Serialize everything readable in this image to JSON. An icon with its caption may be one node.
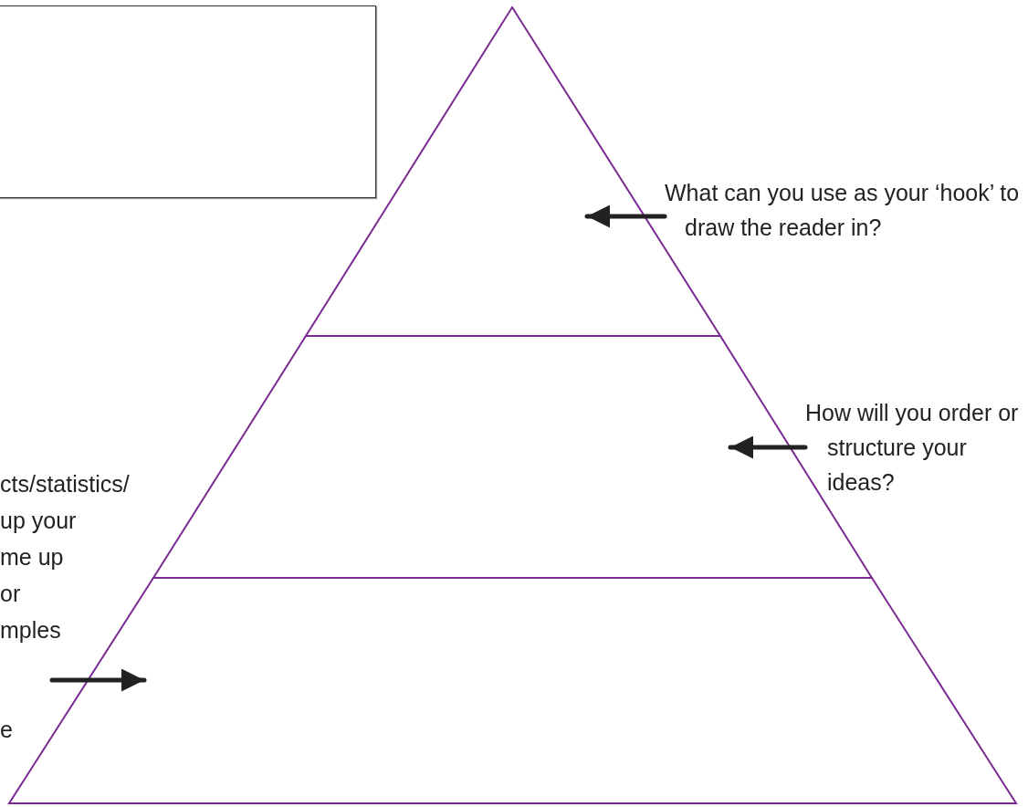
{
  "diagram": {
    "nodes": [
      {
        "text": [],
        "shape": "box"
      },
      {
        "text": [],
        "shape": "triangle"
      },
      {
        "text": [],
        "shape": "trapezoid"
      },
      {
        "text": [],
        "shape": "trapezoid"
      },
      {
        "text": [
          "What can you use as your ‘hook’ to draw the reader in?"
        ]
      },
      {
        "text": [
          "How will you order or structure your ideas?"
        ]
      },
      {
        "text": [
          "cts/statistics/",
          "up your",
          "me up",
          "or",
          "mples"
        ]
      }
    ],
    "edges": [
      {
        "from": 4,
        "to": 1,
        "arrow": "to"
      },
      {
        "from": 5,
        "to": 2,
        "arrow": "to"
      },
      {
        "from": null,
        "to": 3,
        "arrow": "to"
      }
    ],
    "labels": [
      "e"
    ]
  }
}
